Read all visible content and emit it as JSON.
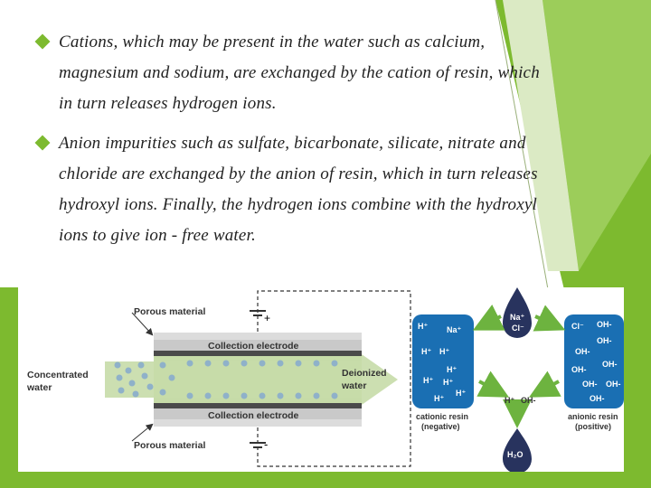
{
  "slide": {
    "bullets": [
      {
        "text": "Cations, which may be present in the water such as calcium, magnesium and sodium, are exchanged by the cation of resin, which in turn releases hydrogen ions."
      },
      {
        "text": "Anion impurities such as sulfate, bicarbonate, silicate, nitrate and chloride are exchanged by the anion of resin, which in turn releases hydroxyl ions. Finally, the hydrogen ions combine with the hydroxyl ions to give ion - free water."
      }
    ]
  },
  "colors": {
    "accent_green": "#7dba2f",
    "light_green": "#b9d98a",
    "resin_blue": "#1a6fb3",
    "drop_navy": "#28335e",
    "electrode_bar": "#4a4a4a",
    "channel_green": "#c6dba8"
  },
  "figure": {
    "left": {
      "porous_top": "Porous material",
      "electrode_top": "Collection electrode",
      "inlet": [
        "Concentrated",
        "water"
      ],
      "outlet": [
        "Deionized",
        "water"
      ],
      "electrode_bottom": "Collection electrode",
      "porous_bottom": "Porous material",
      "plus": "+",
      "minus": "-"
    },
    "right": {
      "drop_top": [
        "Na⁺",
        "Cl⁻"
      ],
      "cation_ions": [
        "H⁺",
        "Na⁺",
        "H⁺",
        "H⁺",
        "H⁺",
        "H⁺",
        "H⁺",
        "H⁺",
        "H⁺"
      ],
      "anion_ions": [
        "Cl⁻",
        "OH-",
        "OH-",
        "OH-",
        "OH-",
        "OH-",
        "OH-",
        "OH-",
        "OH-"
      ],
      "center_ions": [
        "H⁺",
        "OH-"
      ],
      "cation_label": [
        "cationic resin",
        "(negative)"
      ],
      "anion_label": [
        "anionic resin",
        "(positive)"
      ],
      "drop_bottom": "H₂O"
    }
  }
}
